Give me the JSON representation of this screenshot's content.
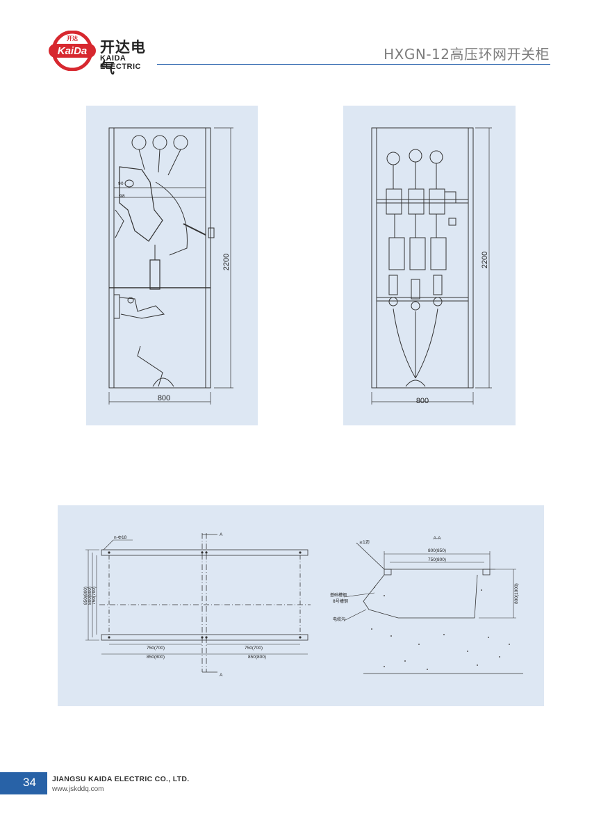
{
  "header": {
    "logo_badge": "KaiDa",
    "logo_badge_top": "开达",
    "logo_cn": "开达电气",
    "logo_en": "KAIDA ELECTRIC",
    "title": "HXGN-12高压环网开关柜"
  },
  "side_view": {
    "width_dim": "800",
    "height_dim": "2200",
    "small_dims": [
      "90",
      "98"
    ]
  },
  "front_view": {
    "width_dim": "800",
    "height_dim": "2200"
  },
  "foundation_plan": {
    "hole_note": "n-Φ18",
    "section_mark": "A",
    "depth_dims": [
      "850(800)",
      "800(800)",
      "750(700)"
    ],
    "bottom_left_inner": "750(700)",
    "bottom_left_outer": "850(800)",
    "bottom_right_inner": "750(700)",
    "bottom_right_outer": "850(800)"
  },
  "section_view": {
    "title": "A-A",
    "top_note": "≥1沥",
    "outer_dim": "800(850)",
    "inner_dim": "750(800)",
    "depth_dim": "800(1000)",
    "label_channel": "基础槽钢",
    "label_channel_2": "8号槽钢",
    "label_cable": "电缆沟"
  },
  "footer": {
    "page_number": "34",
    "company": "JIANGSU KAIDA ELECTRIC CO., LTD.",
    "url": "www.jskddq.com"
  },
  "colors": {
    "brand_red": "#d7282f",
    "brand_blue": "#2862a7",
    "panel_bg": "#dde7f3"
  }
}
